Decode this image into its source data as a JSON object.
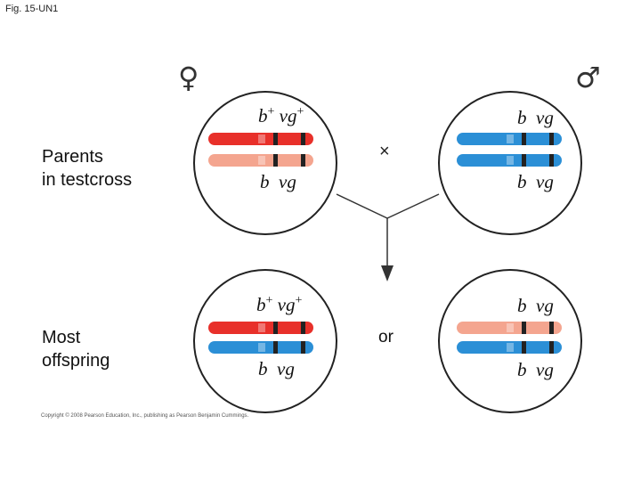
{
  "figure_label": "Fig. 15-UN1",
  "row_labels": {
    "parents": "Parents\nin testcross",
    "offspring": "Most\noffspring"
  },
  "symbols": {
    "female": "♀",
    "male": "♂",
    "cross": "×",
    "or": "or"
  },
  "alleles": {
    "b": "b",
    "vg": "vg",
    "plus": "+"
  },
  "copyright": "Copyright © 2008 Pearson Education, Inc., publishing as Pearson Benjamin Cummings.",
  "colors": {
    "red_chromosome": "#e8302a",
    "pink_chromosome": "#f4a58f",
    "blue_chromosome": "#2b8fd6",
    "band": "#222222",
    "circle_stroke": "#222222"
  }
}
